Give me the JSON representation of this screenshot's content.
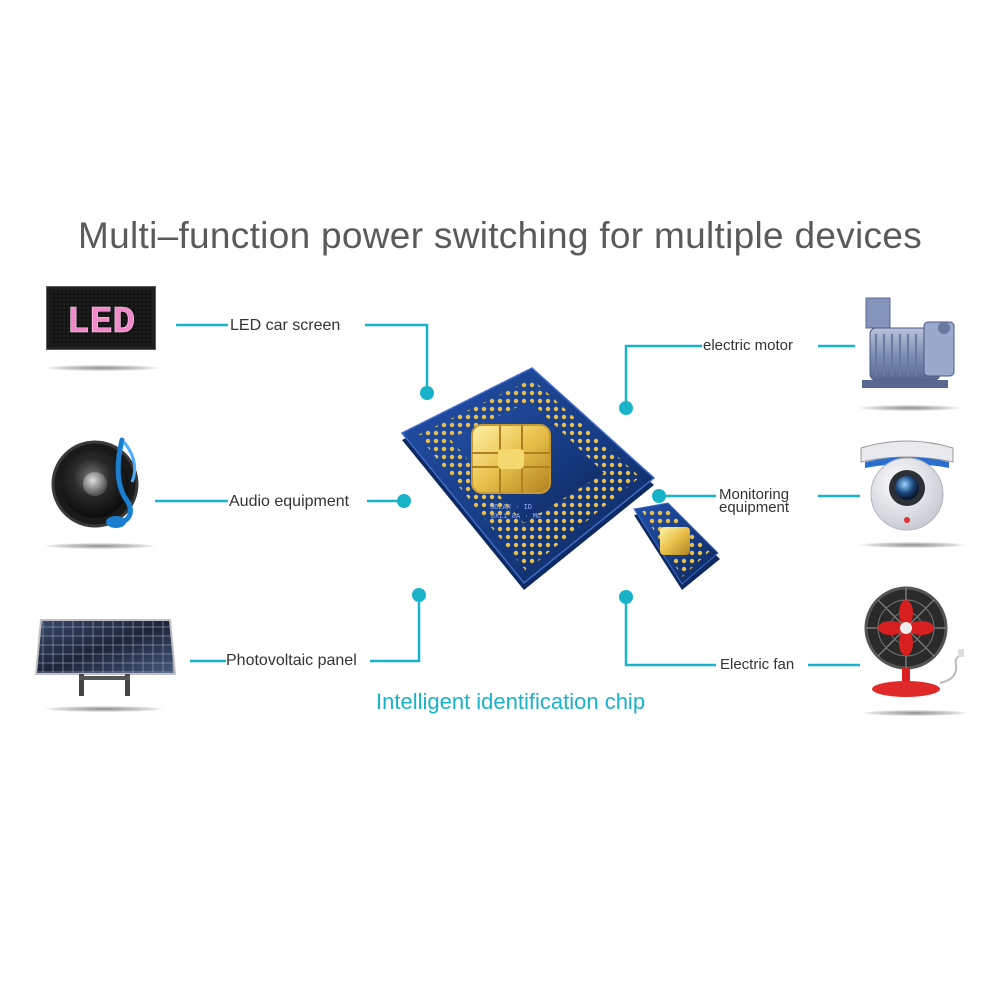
{
  "title": "Multi–function power switching for multiple devices",
  "chip_label": "Intelligent identification chip",
  "led_text": "LED",
  "chip_marking_1": "SOLAR · ID",
  "chip_marking_2": "0XL1 8A · MC",
  "devices": {
    "led": {
      "label": "LED car screen"
    },
    "audio": {
      "label": "Audio equipment"
    },
    "solar": {
      "label": "Photovoltaic panel"
    },
    "motor": {
      "label": "electric motor"
    },
    "camera": {
      "label_line1": "Monitoring",
      "label_line2": "equipment"
    },
    "fan": {
      "label": "Electric fan"
    }
  },
  "colors": {
    "accent": "#19b3c9",
    "title": "#5a5a5a",
    "chip_board": "#1a3f8f",
    "chip_gold": "#e8c04a"
  }
}
